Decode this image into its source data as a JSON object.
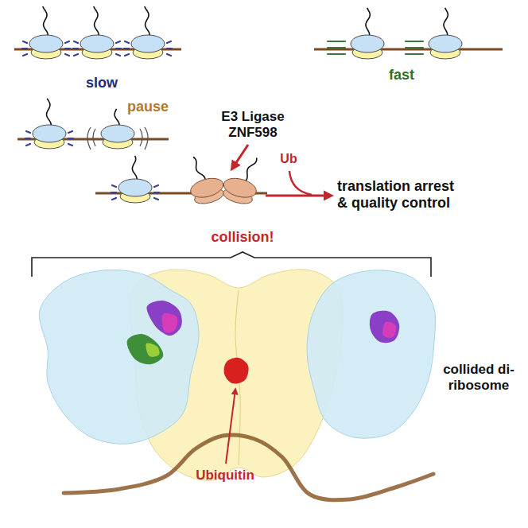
{
  "diagram": {
    "labels": [
      "slow",
      "fast",
      "pause",
      "E3 Ligase ZNF598",
      "Ub",
      "translation arrest & quality control",
      "collision!",
      "collided di-ribosome",
      "Ubiquitin"
    ]
  }
}
